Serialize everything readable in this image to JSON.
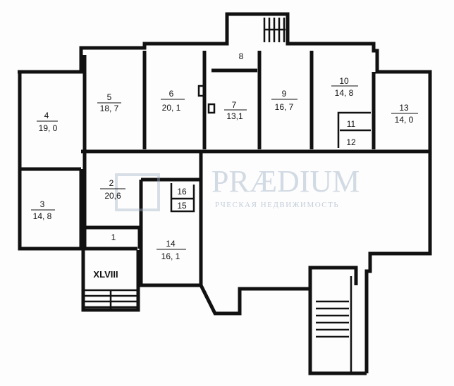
{
  "rooms": [
    {
      "id": "1",
      "area": ""
    },
    {
      "id": "2",
      "area": "20,6"
    },
    {
      "id": "3",
      "area": "14, 8"
    },
    {
      "id": "4",
      "area": "19, 0"
    },
    {
      "id": "5",
      "area": "18, 7"
    },
    {
      "id": "6",
      "area": "20, 1"
    },
    {
      "id": "7",
      "area": "13,1"
    },
    {
      "id": "8",
      "area": ""
    },
    {
      "id": "9",
      "area": "16, 7"
    },
    {
      "id": "10",
      "area": "14, 8"
    },
    {
      "id": "11",
      "area": ""
    },
    {
      "id": "12",
      "area": ""
    },
    {
      "id": "13",
      "area": "14, 0"
    },
    {
      "id": "14",
      "area": "16, 1"
    },
    {
      "id": "15",
      "area": ""
    },
    {
      "id": "16",
      "area": ""
    }
  ],
  "entrance_label": "XLVIII",
  "watermark": {
    "brand": "PRÆDIUM",
    "tagline": "РЧЕСКАЯ НЕДВИЖИМОСТЬ"
  },
  "colors": {
    "wall": "#111111",
    "watermark": "#9fb0c4"
  }
}
